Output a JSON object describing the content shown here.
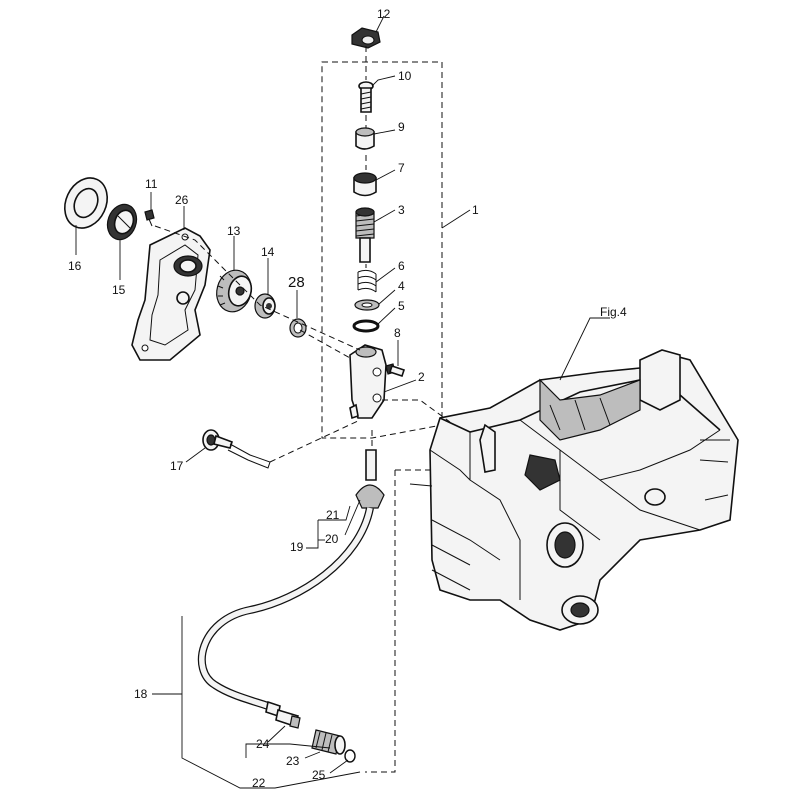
{
  "figure_ref": "Fig.4",
  "callouts": [
    "1",
    "2",
    "3",
    "4",
    "5",
    "6",
    "7",
    "8",
    "9",
    "10",
    "11",
    "12",
    "13",
    "14",
    "15",
    "16",
    "17",
    "18",
    "19",
    "20",
    "21",
    "22",
    "23",
    "24",
    "25",
    "26",
    "28"
  ]
}
